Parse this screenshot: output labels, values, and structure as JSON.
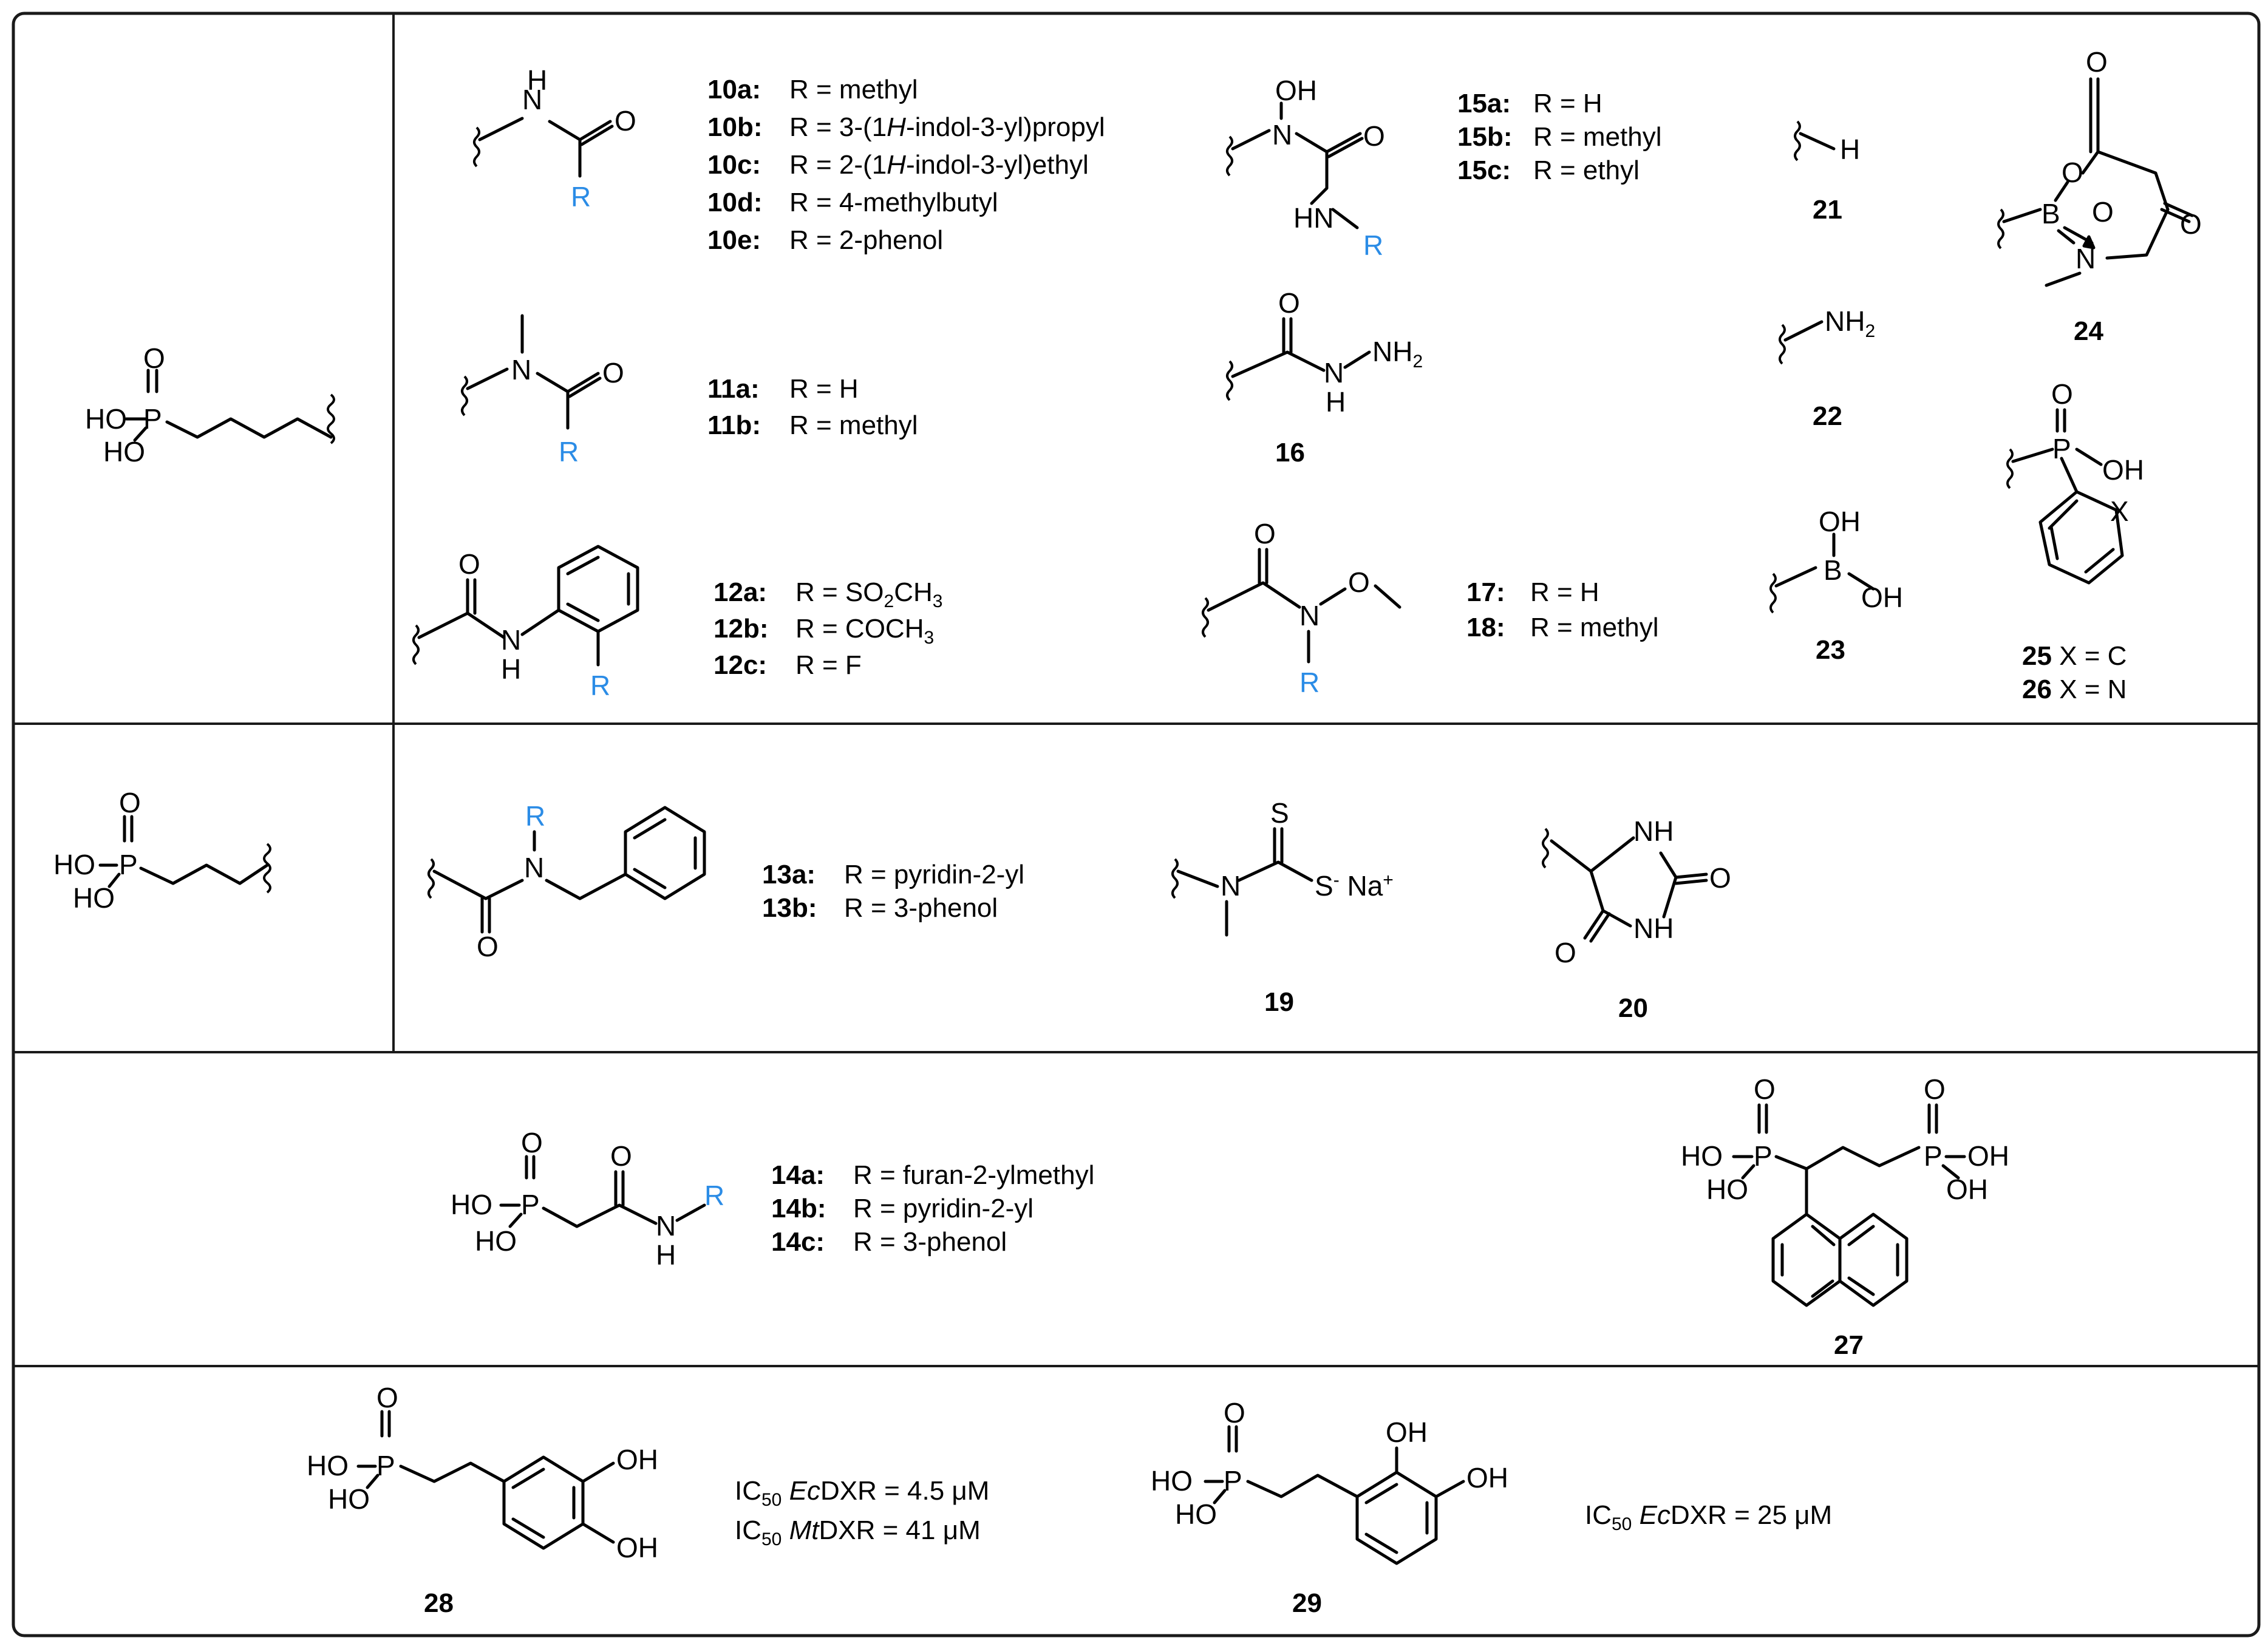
{
  "atoms": {
    "H": "H",
    "O": "O",
    "N": "N",
    "B": "B",
    "P": "P",
    "S": "S",
    "HO": "HO",
    "OH": "OH",
    "NH": "NH",
    "HN": "HN",
    "NH2": "NH",
    "two": "2",
    "R": "R",
    "Na": "Na",
    "plus": "+",
    "minus": "-",
    "X": "X"
  },
  "cmpd": {
    "c10a": "10a:",
    "c10b": "10b",
    "c10c": "10c",
    "c10d": "10d",
    "c10e": "10e",
    "c11a": "11a",
    "c11b": "11b",
    "c12a": "12a",
    "c12b": "12b",
    "c12c": "12c",
    "c13a": "13a",
    "c13b": "13b",
    "c14a": "14a",
    "c14b": "14b",
    "c14c": "14c",
    "c15a": "15a",
    "c15b": "15b",
    "c15c": "15c",
    "c16": "16",
    "c17": "17",
    "c18": "18",
    "c19": "19",
    "c20": "20",
    "c21": "21",
    "c22": "22",
    "c23": "23",
    "c24": "24",
    "c25": "25",
    "c26": "26",
    "c27": "27",
    "c28": "28",
    "c29": "29"
  },
  "subst": {
    "s10a": "R = methyl",
    "s10b_pre": "R = 3-(1",
    "s10b_it": "H",
    "s10b_post": "-indol-3-yl)propyl",
    "s10c_pre": "R = 2-(1",
    "s10c_it": "H",
    "s10c_post": "-indol-3-yl)ethyl",
    "s10d": "R = 4-methylbutyl",
    "s10e": "R = 2-phenol",
    "s11a": "R = H",
    "s11b": "R = methyl",
    "s12a_pre": "R = SO",
    "s12a_s1": "2",
    "s12a_mid": "CH",
    "s12a_s2": "3",
    "s12b_pre": "R = COCH",
    "s12b_s": "3",
    "s12c": "R = F",
    "s13a": "R = pyridin-2-yl",
    "s13b": "R = 3-phenol",
    "s14a": "R = furan-2-ylmethyl",
    "s14b": "R = pyridin-2-yl",
    "s14c": "R = 3-phenol",
    "s15a": "R = H",
    "s15b": "R = methyl",
    "s15c": "R = ethyl",
    "s17": "R = H",
    "s18": "R = methyl",
    "x25": "X = C",
    "x26": "X = N"
  },
  "ic50": {
    "ic": "IC",
    "sub": "50",
    "ec": "Ec",
    "mt": "Mt",
    "dxr": "DXR",
    "v28ec": " = 4.5 μM",
    "v28mt": " = 41 μM",
    "v29ec": " = 25 μM"
  }
}
